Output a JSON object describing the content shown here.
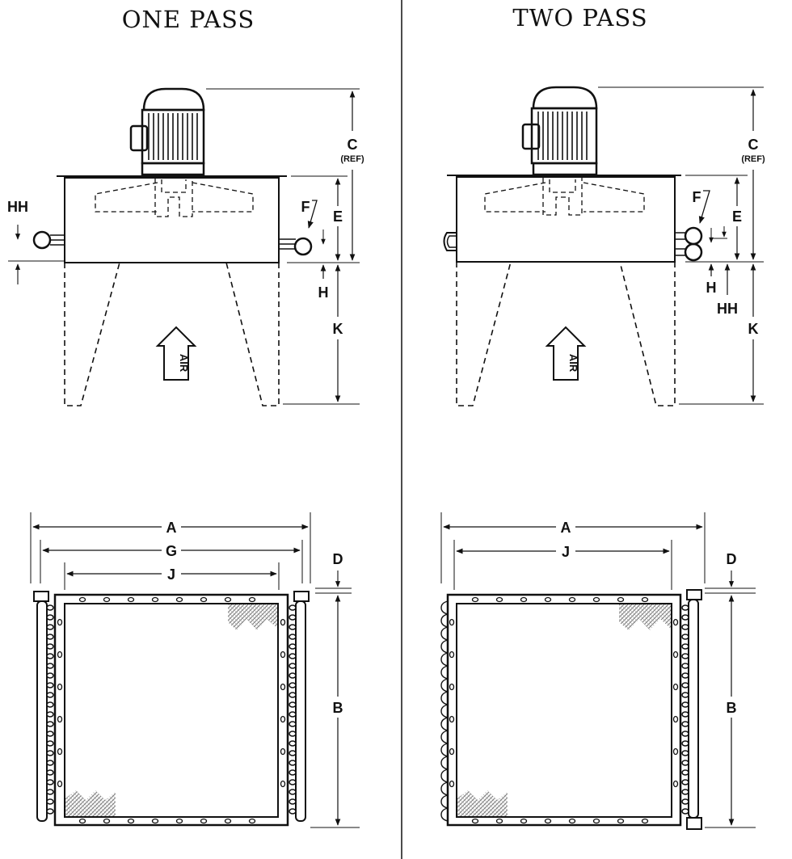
{
  "titles": {
    "one_pass": "ONE PASS",
    "two_pass": "TWO PASS"
  },
  "labels": {
    "A": "A",
    "B": "B",
    "C": "C",
    "REF": "(REF)",
    "D": "D",
    "E": "E",
    "F": "F",
    "G": "G",
    "H": "H",
    "HH": "HH",
    "J": "J",
    "K": "K",
    "AIR": "AIR"
  },
  "colors": {
    "ink": "#111111",
    "paper": "#ffffff",
    "fin_pattern": "#777777"
  }
}
